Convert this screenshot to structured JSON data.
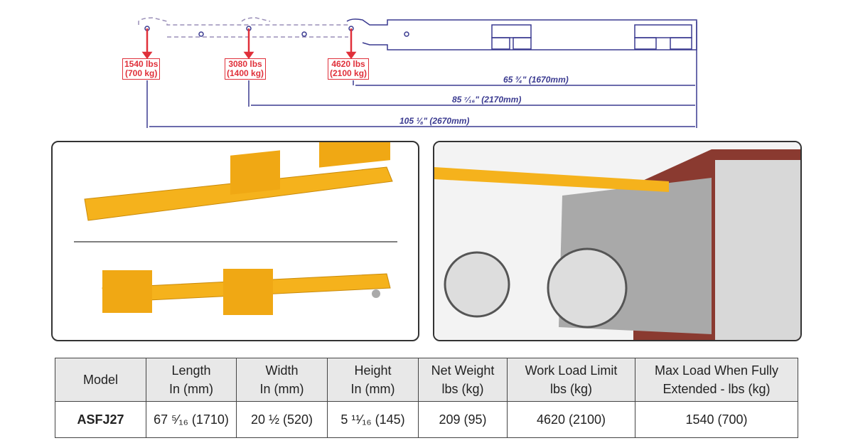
{
  "diagram": {
    "loads": [
      {
        "lbs": "1540 lbs",
        "kg": "(700 kg)"
      },
      {
        "lbs": "3080 lbs",
        "kg": "(1400 kg)"
      },
      {
        "lbs": "4620 lbs",
        "kg": "(2100 kg)"
      }
    ],
    "dimensions": [
      "65 ¾\" (1670mm)",
      "85 ⁷⁄₁₆\" (2170mm)",
      "105 ⅛\" (2670mm)"
    ]
  },
  "colors": {
    "accent_red": "#e0303a",
    "drawing_blue": "#3a3a90",
    "yellow": "#f5b21c"
  },
  "table": {
    "headers": [
      [
        "Model",
        ""
      ],
      [
        "Length",
        "In (mm)"
      ],
      [
        "Width",
        "In (mm)"
      ],
      [
        "Height",
        "In (mm)"
      ],
      [
        "Net Weight",
        "lbs (kg)"
      ],
      [
        "Work Load Limit",
        "lbs (kg)"
      ],
      [
        "Max Load When Fully",
        "Extended - lbs (kg)"
      ]
    ],
    "row": [
      "ASFJ27",
      "67 ⁵⁄₁₆ (1710)",
      "20 ½ (520)",
      "5 ¹¹⁄₁₆ (145)",
      "209 (95)",
      "4620 (2100)",
      "1540 (700)"
    ]
  }
}
